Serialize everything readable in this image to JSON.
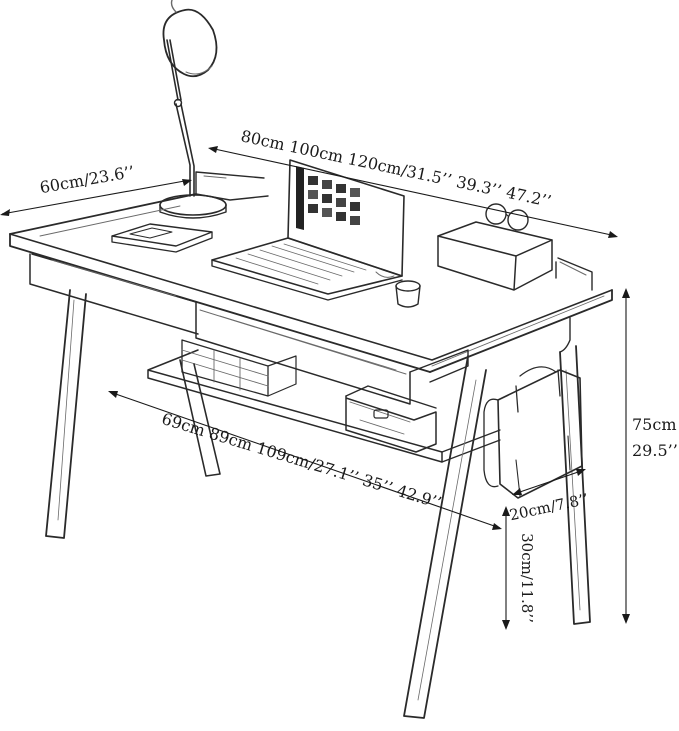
{
  "dimensions": {
    "depth": "60cm/23.6’’",
    "top_width": "80cm 100cm 120cm/31.5’’ 39.3’’ 47.2’’",
    "shelf_width": "69cm 89cm 109cm/27.1’’ 35’’ 42.9’’",
    "height_cm": "75cm",
    "height_in": "29.5’’",
    "bag_width": "20cm/7.8’’",
    "bag_height": "30cm/11.8’’"
  }
}
